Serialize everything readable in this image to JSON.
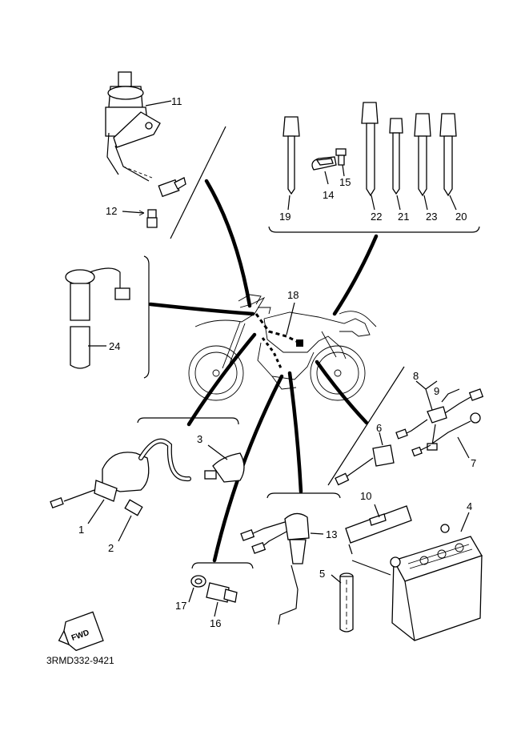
{
  "callouts": {
    "c1": "1",
    "c2": "2",
    "c3": "3",
    "c4": "4",
    "c5": "5",
    "c6": "6",
    "c7": "7",
    "c8": "8",
    "c9": "9",
    "c10": "10",
    "c11": "11",
    "c12": "12",
    "c13": "13",
    "c14": "14",
    "c15": "15",
    "c16": "16",
    "c17": "17",
    "c18": "18",
    "c19": "19",
    "c20": "20",
    "c21": "21",
    "c22": "22",
    "c23": "23",
    "c24": "24"
  },
  "fwd_label": "FWD",
  "drawing_code": "3RMD332-9421"
}
